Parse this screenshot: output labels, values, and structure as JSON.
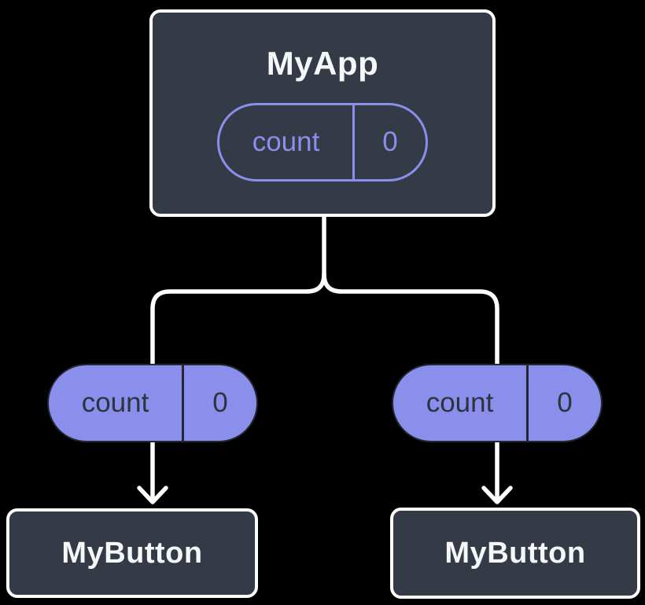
{
  "colors": {
    "background": "#000000",
    "node_fill": "#343A46",
    "node_border": "#FFFFFF",
    "node_text": "#F6F7F9",
    "accent_purple": "#8B8FEC",
    "pill_dark_text": "#2D3440",
    "connector_white": "#FFFFFF"
  },
  "diagram": {
    "root": {
      "title": "MyApp",
      "state": {
        "label": "count",
        "value": "0"
      }
    },
    "props": [
      {
        "label": "count",
        "value": "0"
      },
      {
        "label": "count",
        "value": "0"
      }
    ],
    "children": [
      {
        "title": "MyButton"
      },
      {
        "title": "MyButton"
      }
    ]
  }
}
